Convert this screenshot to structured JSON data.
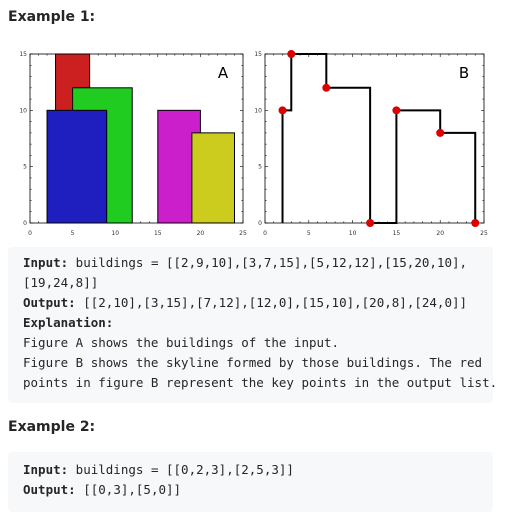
{
  "example1": {
    "heading": "Example 1:",
    "input_label": "Input:",
    "input_line1": " buildings = [[2,9,10],[3,7,15],[5,12,12],[15,20,10],",
    "input_line2": "[19,24,8]]",
    "output_label": "Output:",
    "output_value": " [[2,10],[3,15],[7,12],[12,0],[15,10],[20,8],[24,0]]",
    "explanation_label": "Explanation:",
    "explanation_line1": "Figure A shows the buildings of the input.",
    "explanation_line2": "Figure B shows the skyline formed by those buildings. The red",
    "explanation_line3": "points in figure B represent the key points in the output list."
  },
  "example2": {
    "heading": "Example 2:",
    "input_label": "Input:",
    "input_value": " buildings = [[0,2,3],[2,5,3]]",
    "output_label": "Output:",
    "output_value": " [[0,3],[5,0]]"
  },
  "figure": {
    "panel_a_label": "A",
    "panel_b_label": "B",
    "x_ticks": [
      0,
      5,
      10,
      15,
      20,
      25
    ],
    "y_ticks": [
      0,
      5,
      10,
      15
    ],
    "xlim": [
      0,
      25
    ],
    "ylim": [
      0,
      15
    ],
    "buildings": [
      {
        "left": 2,
        "right": 9,
        "height": 10,
        "color": "#1f1fbf"
      },
      {
        "left": 3,
        "right": 7,
        "height": 15,
        "color": "#cc1f1f"
      },
      {
        "left": 5,
        "right": 12,
        "height": 12,
        "color": "#1fcc1f"
      },
      {
        "left": 15,
        "right": 20,
        "height": 10,
        "color": "#cc1fcc"
      },
      {
        "left": 19,
        "right": 24,
        "height": 8,
        "color": "#cccc1f"
      }
    ],
    "skyline": [
      [
        2,
        10
      ],
      [
        3,
        15
      ],
      [
        7,
        12
      ],
      [
        12,
        0
      ],
      [
        15,
        10
      ],
      [
        20,
        8
      ],
      [
        24,
        0
      ]
    ],
    "key_point_color": "#dd0000"
  }
}
